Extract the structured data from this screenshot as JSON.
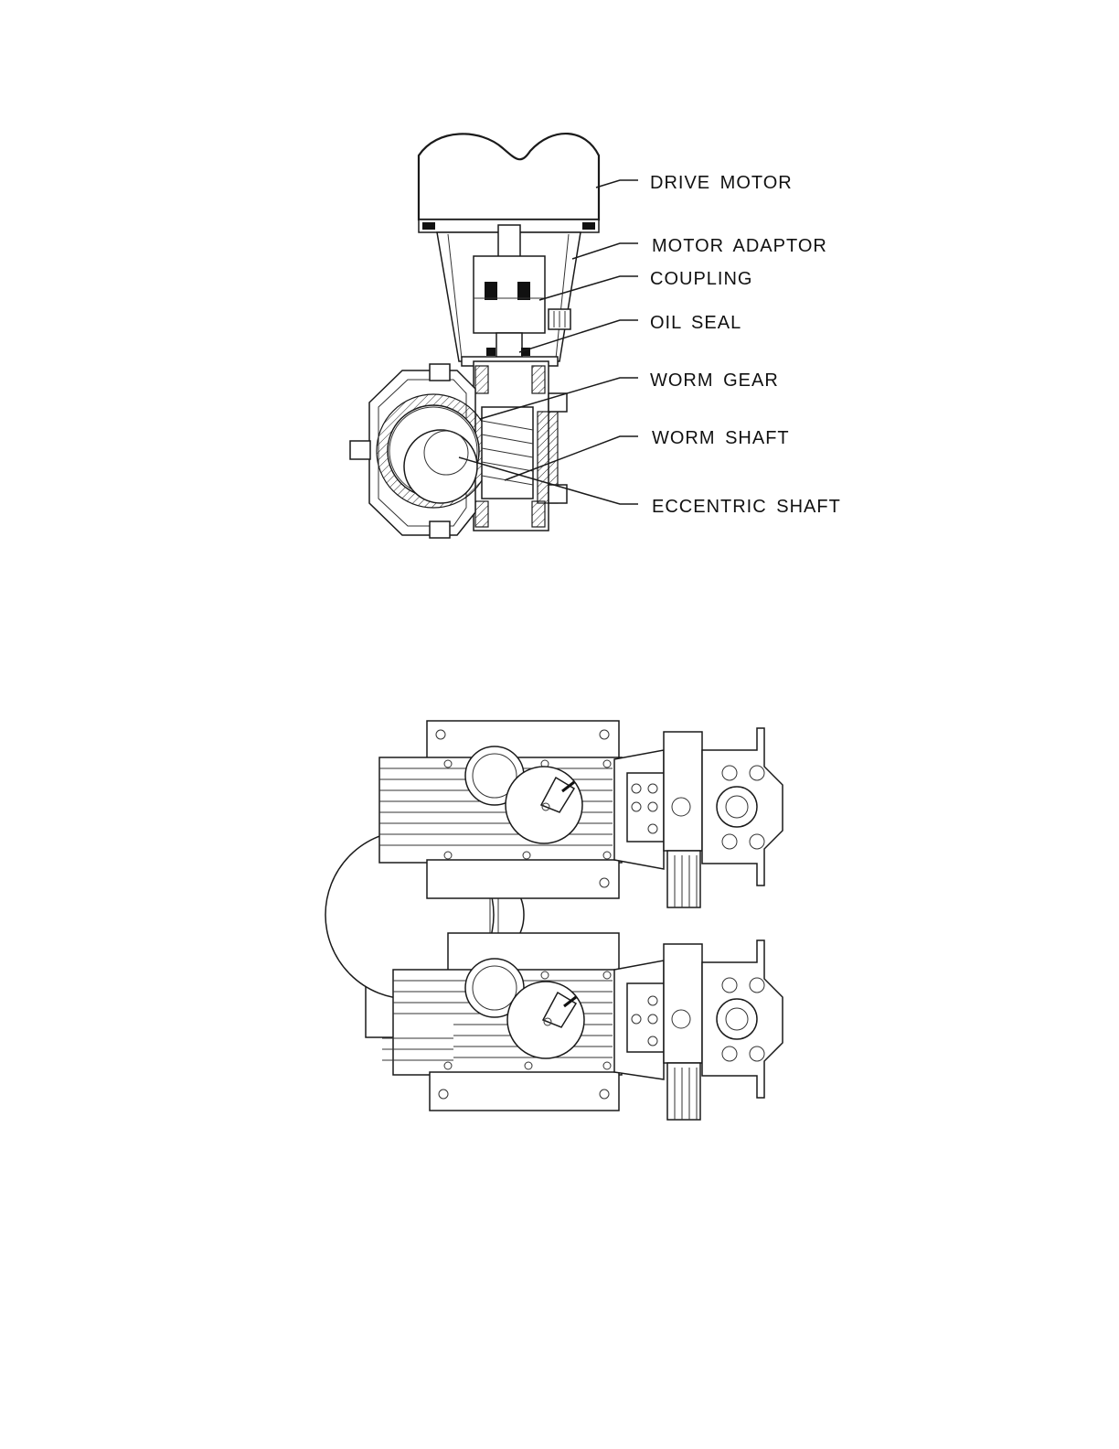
{
  "figure1": {
    "callouts": [
      {
        "id": "drive-motor",
        "label": "DRIVE  MOTOR"
      },
      {
        "id": "motor-adaptor",
        "label": "MOTOR  ADAPTOR"
      },
      {
        "id": "coupling",
        "label": "COUPLING"
      },
      {
        "id": "oil-seal",
        "label": "OIL  SEAL"
      },
      {
        "id": "worm-gear",
        "label": "WORM  GEAR"
      },
      {
        "id": "worm-shaft",
        "label": "WORM  SHAFT"
      },
      {
        "id": "eccentric-shaft",
        "label": "ECCENTRIC  SHAFT"
      }
    ]
  },
  "figure2": {
    "units": [
      {
        "id": "upper-pump-head"
      },
      {
        "id": "lower-pump-head"
      }
    ]
  }
}
